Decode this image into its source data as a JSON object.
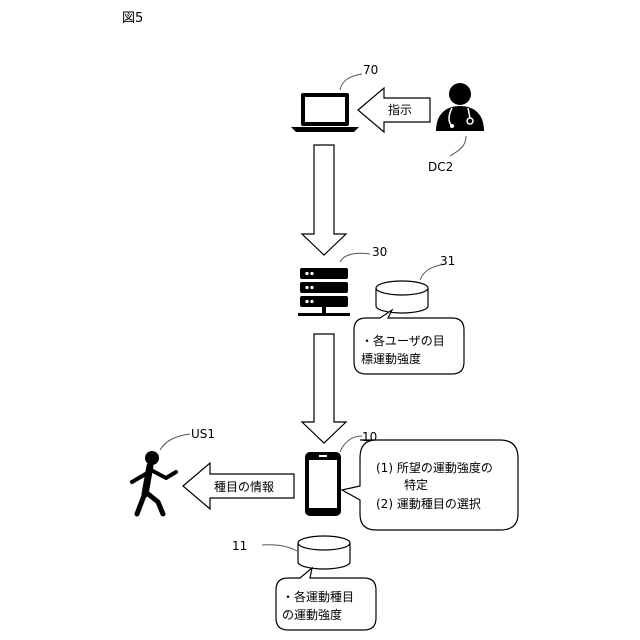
{
  "figure_label": "図5",
  "ref_70": "70",
  "ref_dc2": "DC2",
  "ref_30": "30",
  "ref_31": "31",
  "ref_10": "10",
  "ref_11": "11",
  "ref_us1": "US1",
  "arrow_instruction": "指示",
  "arrow_event_info": "種目の情報",
  "server_db_bubble": {
    "line1": "・各ユーザの目",
    "line2": "標運動強度"
  },
  "phone_bubble": {
    "line1": "(1)  所望の運動強度の",
    "line2": "特定",
    "line3": "(2)  運動種目の選択"
  },
  "phone_db_bubble": {
    "line1": "・各運動種目",
    "line2": "の運動強度"
  }
}
